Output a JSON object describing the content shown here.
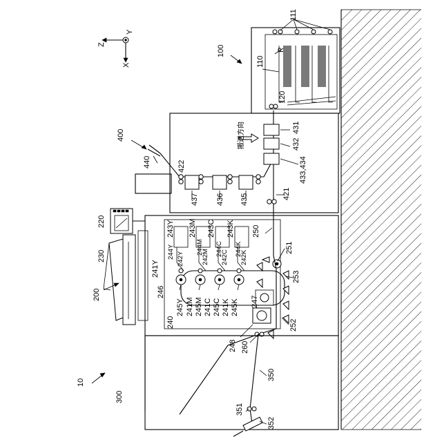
{
  "units": {
    "system": "10",
    "image_former": "200",
    "post_processor": "300",
    "pre_processor": "400",
    "feeder": "100"
  },
  "feeder": {
    "label": "110",
    "tray_marker": "111",
    "sheet": "P",
    "guide": "120"
  },
  "pre": {
    "units": [
      "431",
      "432",
      "433,434"
    ],
    "processors": [
      "437",
      "436",
      "435"
    ],
    "path": "421",
    "roller": "422",
    "tray": "440",
    "direction": "搬送方向"
  },
  "top": {
    "panel": "220",
    "scanner": "230",
    "path": "250",
    "roller": "251",
    "belt_clean": "253"
  },
  "engine": {
    "frame": "240",
    "belt": "246",
    "secondary": "247",
    "sep": "248",
    "lower": "252",
    "fixer": "260",
    "exposures": [
      "243Y",
      "243M",
      "243C",
      "243K"
    ],
    "chargers": [
      "244Y",
      "244M",
      "244C",
      "244K"
    ],
    "drums": [
      "242Y",
      "242M",
      "242C",
      "242K"
    ],
    "primaries": [
      "245Y",
      "245M",
      "245C",
      "245K"
    ],
    "developers": [
      "241M",
      "241C",
      "241K"
    ],
    "dev_y": "241Y"
  },
  "post": {
    "path": "350",
    "output": "351",
    "tray": "352"
  },
  "axes": {
    "z": "Z",
    "y": "Y",
    "x": "X"
  }
}
